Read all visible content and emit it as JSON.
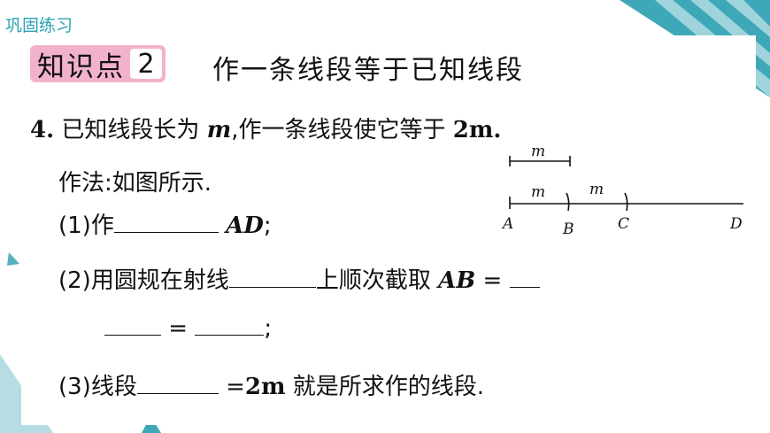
{
  "section_title": "巩固练习",
  "knowledge_point": {
    "label": "知识点",
    "number": "2",
    "title": "作一条线段等于已知线段"
  },
  "problem": {
    "number": "4.",
    "stem_before": "已知线段长为",
    "m": "m",
    "stem_mid": ",作一条线段使它等于",
    "two_m": "2m",
    "stem_end": ".",
    "method": "作法:如图所示.",
    "step1_prefix": "(1)作",
    "step1_AD": "AD",
    "step1_suffix": ";",
    "step2_prefix": "(2)用圆规在射线",
    "step2_mid": "上顺次截取",
    "step2_AB": "AB",
    "step2_eq": "=",
    "step2b_eq": "=",
    "step2b_end": ";",
    "step3_prefix": "(3)线段",
    "step3_eq": "=",
    "step3_2m": "2m",
    "step3_suffix": "就是所求作的线段."
  },
  "diagram": {
    "ref_label": "m",
    "seg1_label": "m",
    "seg2_label": "m",
    "point_A": "A",
    "point_B": "B",
    "point_C": "C",
    "point_D": "D"
  },
  "colors": {
    "accent": "#2aa3b3",
    "badge": "#f2b2cc",
    "stripe": "#1e9fb0"
  }
}
